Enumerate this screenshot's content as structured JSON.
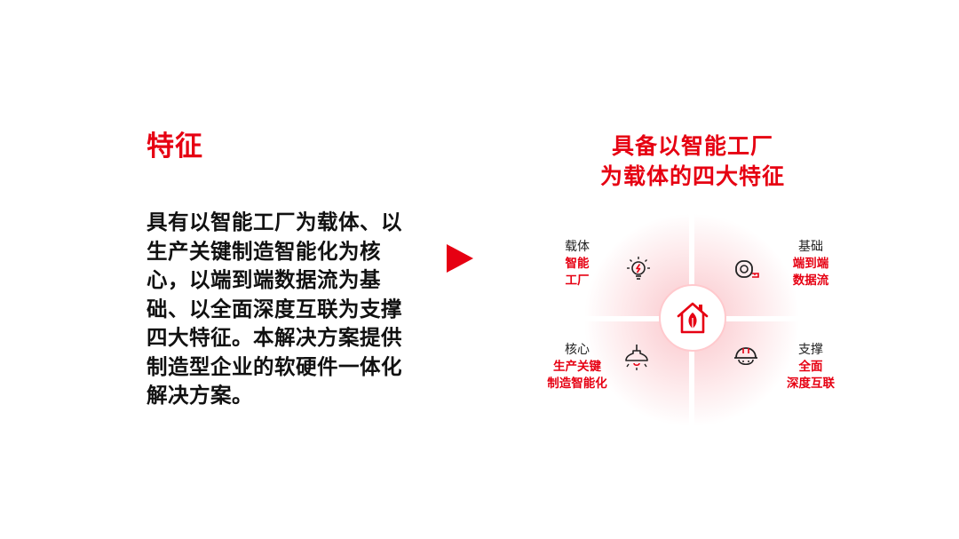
{
  "left": {
    "title": "特征",
    "body": "具有以智能工厂为载体、以生产关键制造智能化为核心，以端到端数据流为基础、以全面深度互联为支撑四大特征。本解决方案提供制造型企业的软硬件一体化解决方案。"
  },
  "right": {
    "title_line1": "具备以智能工厂",
    "title_line2": "为载体的四大特征"
  },
  "quadrants": {
    "top_left": {
      "name": "载体",
      "desc_line1": "智能",
      "desc_line2": "工厂",
      "icon": "lightbulb-icon"
    },
    "top_right": {
      "name": "基础",
      "desc_line1": "端到端",
      "desc_line2": "数据流",
      "icon": "tape-measure-icon"
    },
    "bottom_left": {
      "name": "核心",
      "desc_line1": "生产关键",
      "desc_line2": "制造智能化",
      "icon": "pendant-lamp-icon"
    },
    "bottom_right": {
      "name": "支撑",
      "desc_line1": "全面",
      "desc_line2": "深度互联",
      "icon": "hard-hat-icon"
    }
  },
  "center_icon": "eco-house-icon",
  "colors": {
    "accent": "#e60012",
    "quadrant_fill": "#fde3e5",
    "text": "#111111"
  }
}
